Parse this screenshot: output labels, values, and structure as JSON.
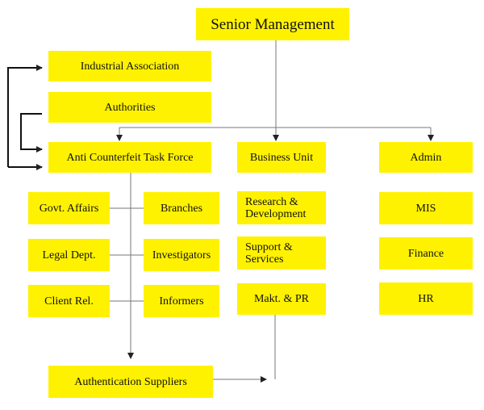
{
  "chart": {
    "top": "Senior Management",
    "industrial": "Industrial Association",
    "authorities": "Authorities",
    "task_force": "Anti Counterfeit Task Force",
    "business_unit": "Business Unit",
    "admin": "Admin",
    "govt_affairs": "Govt. Affairs",
    "branches": "Branches",
    "legal": "Legal Dept.",
    "investigators": "Investigators",
    "client_rel": "Client Rel.",
    "informers": "Informers",
    "rnd": "Research &\nDevelopment",
    "support": "Support &\nServices",
    "makt": "Makt. & PR",
    "mis": "MIS",
    "finance": "Finance",
    "hr": "HR",
    "auth_suppliers": "Authentication Suppliers"
  },
  "colors": {
    "box_fill": "#fff200",
    "line": "#222222"
  }
}
